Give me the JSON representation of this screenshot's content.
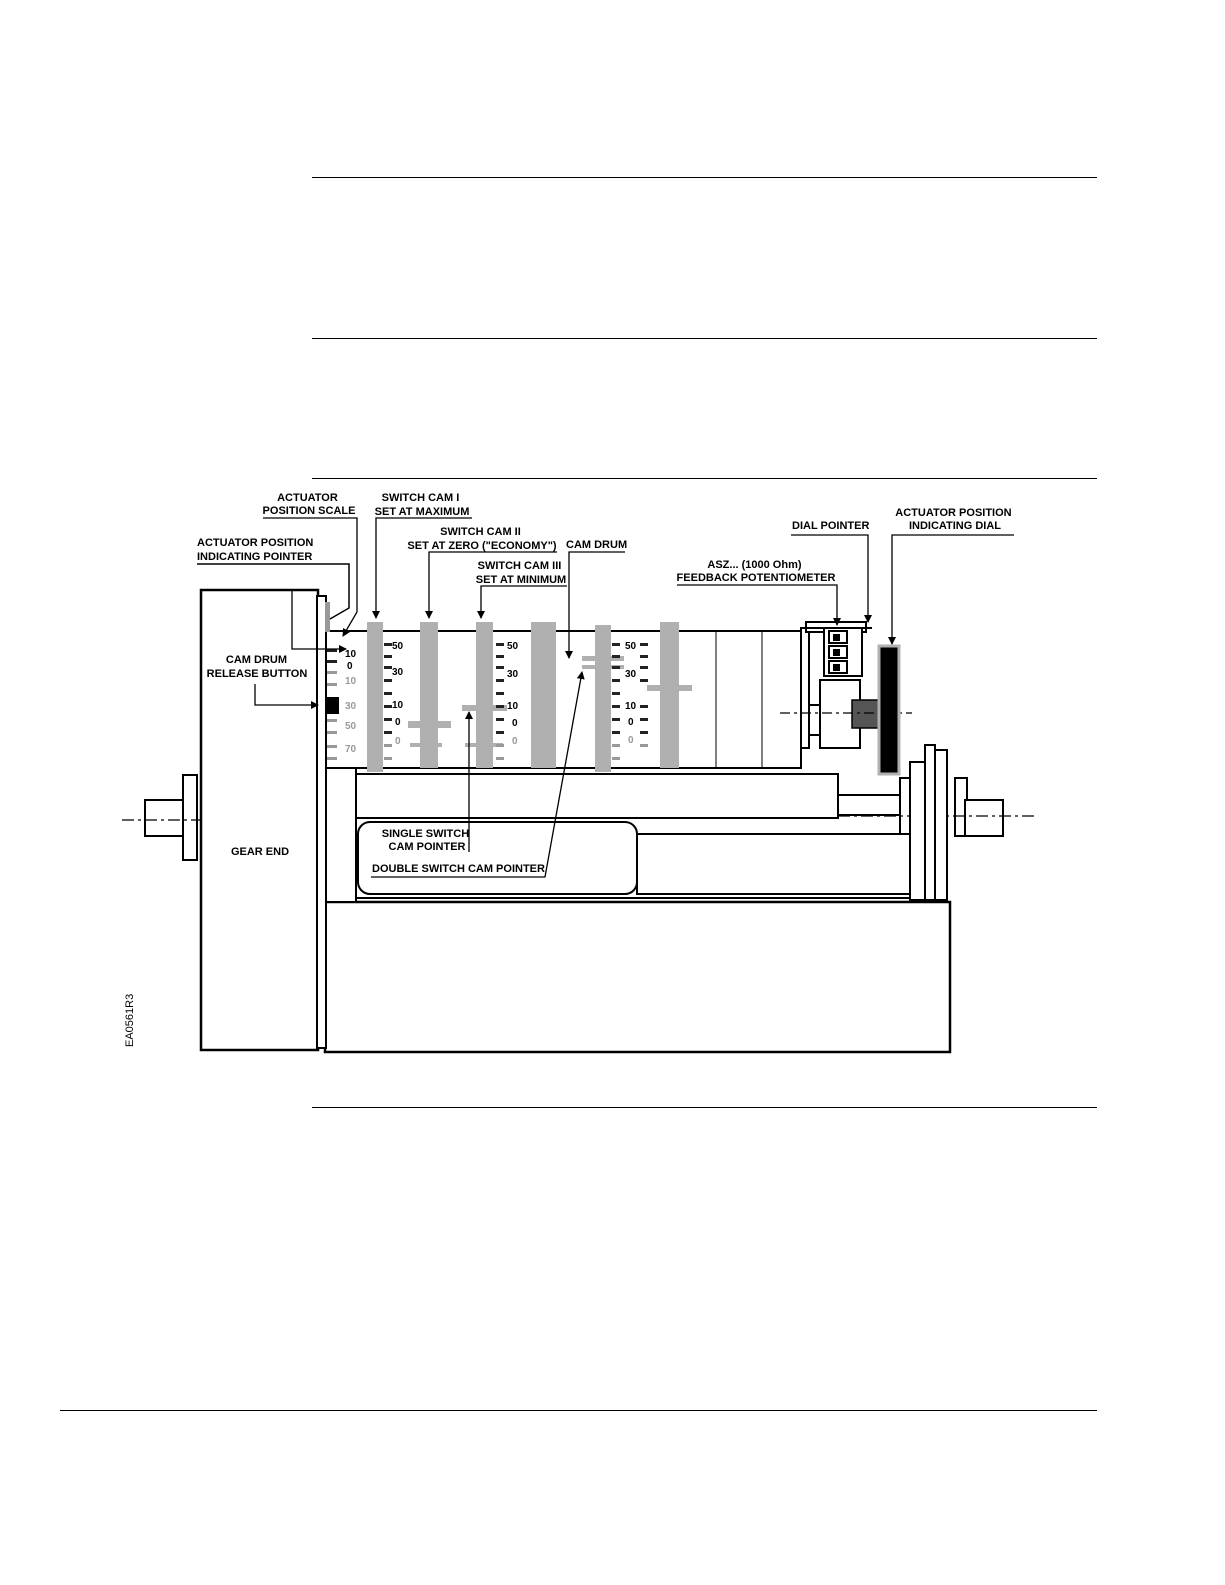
{
  "labels": {
    "actuator_position_scale": [
      "ACTUATOR",
      "POSITION SCALE"
    ],
    "switch_cam_1": [
      "SWITCH CAM I",
      "SET AT MAXIMUM"
    ],
    "switch_cam_2": [
      "SWITCH CAM II",
      "SET AT ZERO (\"ECONOMY\")"
    ],
    "switch_cam_3": [
      "SWITCH CAM III",
      "SET AT MINIMUM"
    ],
    "cam_drum": "CAM DRUM",
    "actuator_position_indicating_pointer": [
      "ACTUATOR POSITION",
      "INDICATING POINTER"
    ],
    "cam_drum_release_button": [
      "CAM DRUM",
      "RELEASE BUTTON"
    ],
    "feedback_potentiometer": [
      "ASZ... (1000 Ohm)",
      "FEEDBACK POTENTIOMETER"
    ],
    "dial_pointer": "DIAL POINTER",
    "actuator_position_indicating_dial": [
      "ACTUATOR POSITION",
      "INDICATING DIAL"
    ],
    "gear_end": "GEAR END",
    "single_switch_cam_pointer": [
      "SINGLE SWITCH",
      "CAM POINTER"
    ],
    "double_switch_cam_pointer": "DOUBLE SWITCH CAM POINTER",
    "figure_code": "EA0561R3"
  },
  "scales": {
    "actuator": [
      {
        "value": "10",
        "style": "dark"
      },
      {
        "value": "0",
        "style": "dark"
      },
      {
        "value": "10",
        "style": "gray"
      },
      {
        "value": "30",
        "style": "gray"
      },
      {
        "value": "50",
        "style": "gray"
      },
      {
        "value": "70",
        "style": "gray"
      }
    ],
    "cam_scale": [
      {
        "value": "50",
        "style": "dark"
      },
      {
        "value": "30",
        "style": "dark"
      },
      {
        "value": "10",
        "style": "dark"
      },
      {
        "value": "0",
        "style": "dark"
      },
      {
        "value": "0",
        "style": "gray"
      }
    ]
  }
}
